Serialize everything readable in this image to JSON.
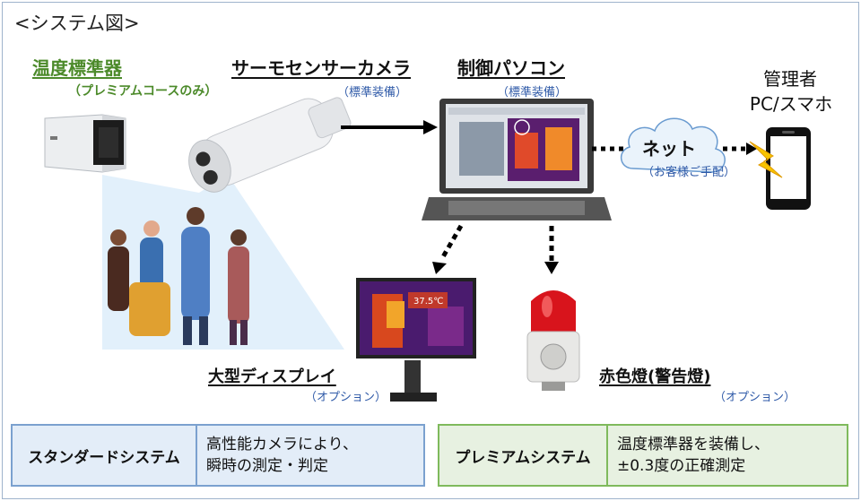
{
  "title": "<システム図>",
  "sensor": {
    "name": "温度標準器",
    "note": "（プレミアムコースのみ）"
  },
  "camera": {
    "name": "サーモセンサーカメラ",
    "note": "（標準装備）"
  },
  "pc": {
    "name": "制御パソコン",
    "note": "（標準装備）"
  },
  "cloud": {
    "name": "ネット",
    "note": "（お客様ご手配）"
  },
  "admin": {
    "line1": "管理者",
    "line2": "PC/スマホ"
  },
  "display": {
    "name": "大型ディスプレイ",
    "note": "（オプション）",
    "temp_reading": "37.5℃"
  },
  "lamp": {
    "name": "赤色燈(警告燈)",
    "note": "（オプション）"
  },
  "standard": {
    "label": "スタンダードシステム",
    "desc": "高性能カメラにより、\n瞬時の測定・判定"
  },
  "premium": {
    "label": "プレミアムシステム",
    "desc": "温度標準器を装備し、\n±0.3度の正確測定"
  },
  "colors": {
    "green": "#4c8a2a",
    "blue_note": "#2f5aa8",
    "standard_bg": "#e3edf8",
    "premium_bg": "#e7f1e1"
  }
}
